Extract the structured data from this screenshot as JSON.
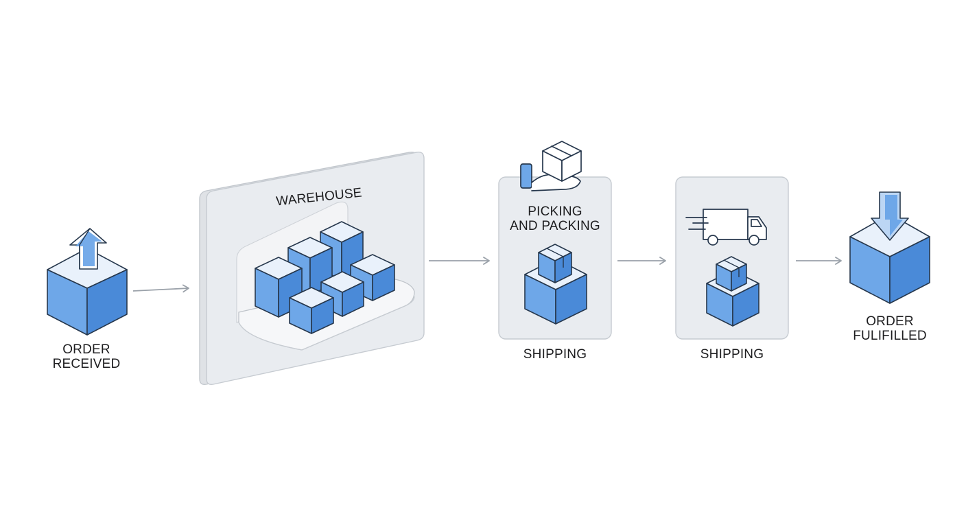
{
  "colors": {
    "cube_top": "#e9f1fb",
    "cube_left": "#6ea7e8",
    "cube_right": "#4a8ad8",
    "outline": "#27384d",
    "panel_fill": "#e9ecf0",
    "panel_border": "#c6cbd1",
    "arrow": "#9aa1a9"
  },
  "icons": {
    "order_received": "box-with-up-arrow-icon",
    "warehouse": "warehouse-shelf-boxes-icon",
    "picking": "hand-holding-package-icon",
    "shipping": "delivery-truck-icon",
    "order_fulfilled": "box-with-down-arrow-icon"
  },
  "steps": {
    "order_received": {
      "line1": "ORDER",
      "line2": "RECEIVED"
    },
    "warehouse": {
      "title": "WAREHOUSE"
    },
    "picking": {
      "line1": "PICKING",
      "line2": "AND PACKING",
      "caption": "SHIPPING"
    },
    "shipping": {
      "caption": "SHIPPING"
    },
    "order_fulfilled": {
      "line1": "ORDER",
      "line2": "FULIFILLED"
    }
  }
}
